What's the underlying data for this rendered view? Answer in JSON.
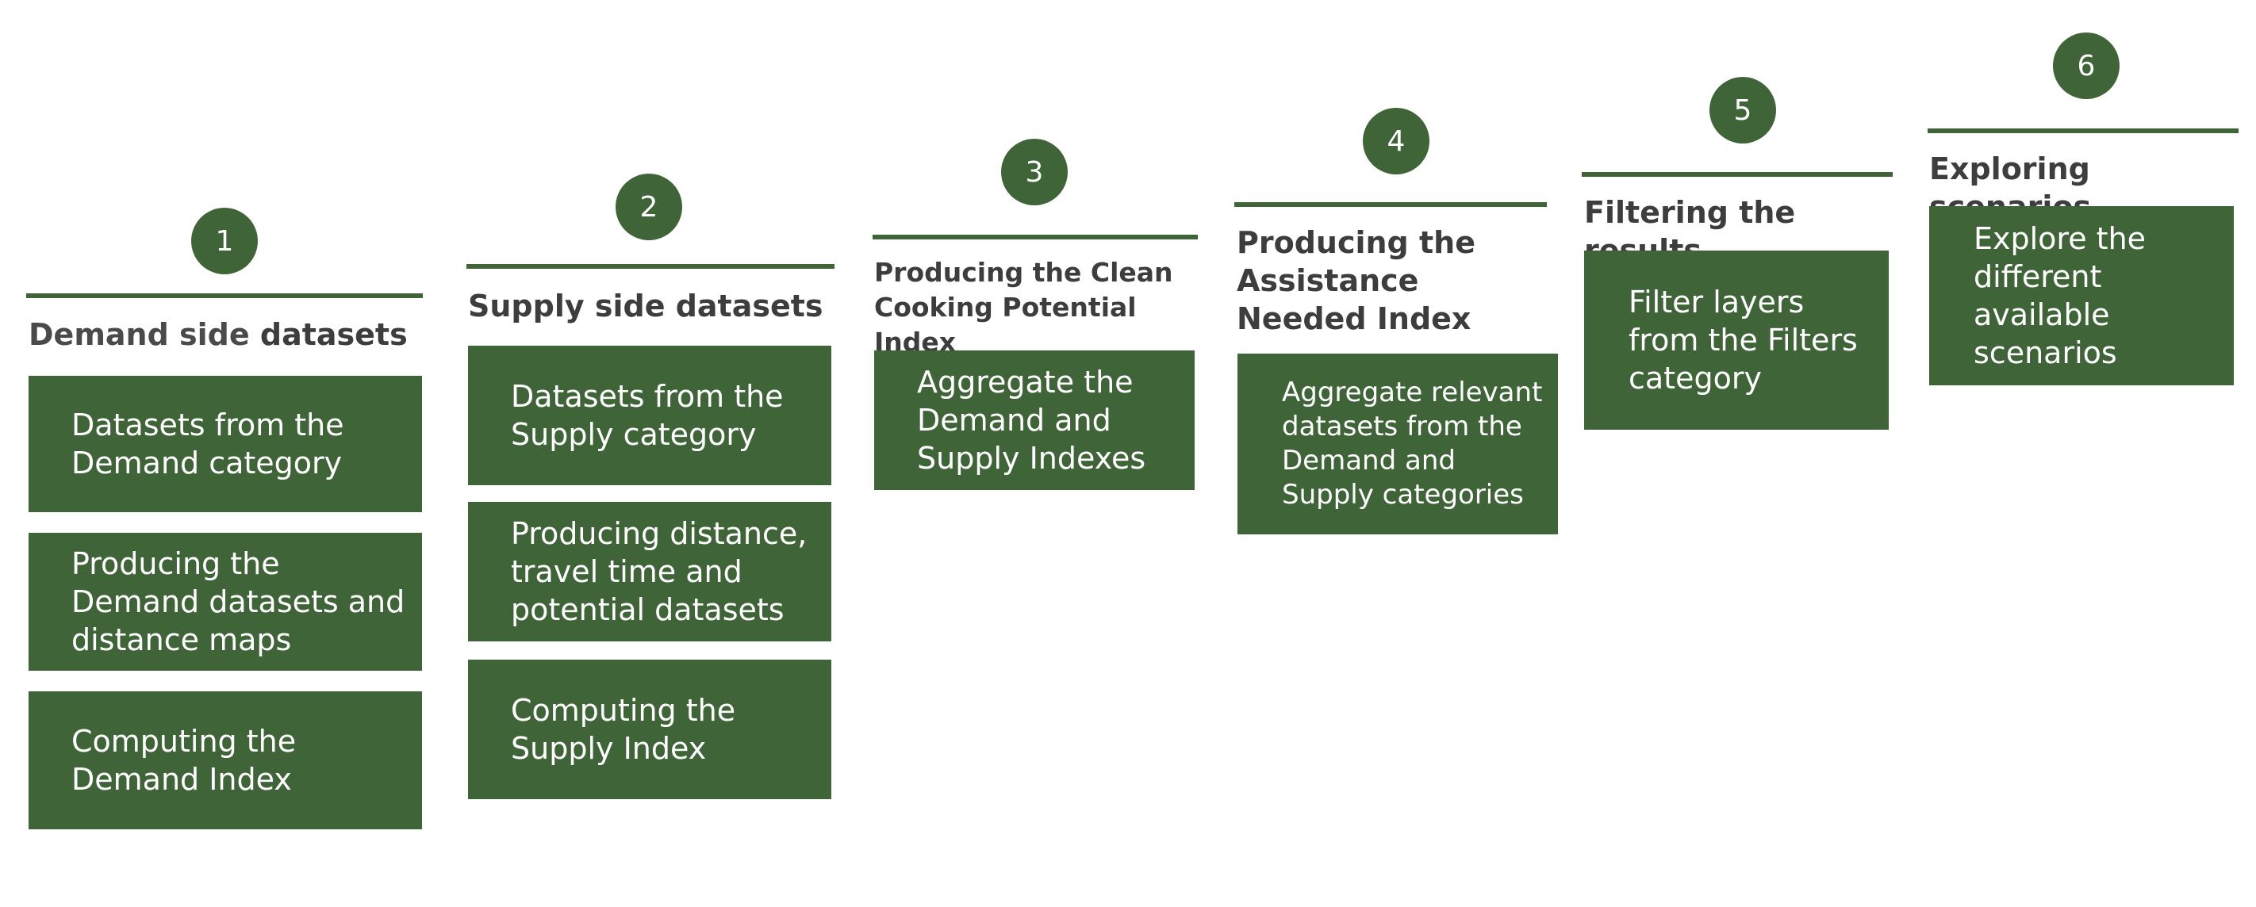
{
  "steps": [
    {
      "number": "1",
      "title_part1": "Demand side",
      "title_part2": " datasets",
      "cards": [
        "Datasets from the Demand category",
        "Producing the Demand datasets and distance maps",
        "Computing the Demand Index"
      ]
    },
    {
      "number": "2",
      "title": "Supply side datasets",
      "cards": [
        "Datasets from the Supply category",
        "Producing distance, travel time and potential datasets",
        "Computing the Supply Index"
      ]
    },
    {
      "number": "3",
      "title": "Producing the Clean Cooking Potential Index",
      "cards": [
        "Aggregate the Demand and Supply Indexes"
      ]
    },
    {
      "number": "4",
      "title": "Producing the Assistance Needed Index",
      "cards": [
        "Aggregate relevant datasets from the Demand and Supply categories"
      ]
    },
    {
      "number": "5",
      "title": "Filtering the results",
      "cards": [
        "Filter layers from the Filters category"
      ]
    },
    {
      "number": "6",
      "title": "Exploring scenarios",
      "cards": [
        "Explore the different available scenarios"
      ]
    }
  ],
  "colors": {
    "accent": "#3f6437",
    "title_text": "#3d3d3d",
    "card_text": "#ffffff"
  }
}
